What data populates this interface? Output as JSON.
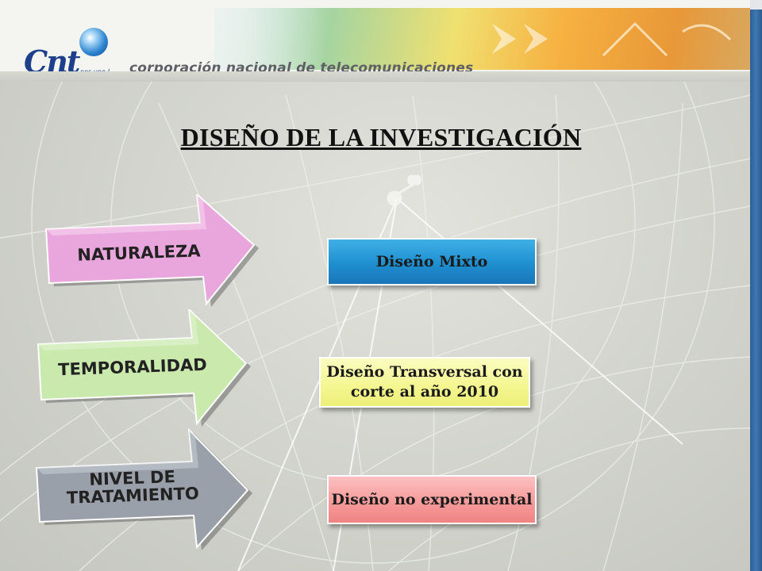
{
  "header": {
    "logo_text": "Cnt",
    "logo_tagline": "nos une !",
    "corporation": "corporación nacional de telecomunicaciones"
  },
  "title": "DISEÑO DE LA INVESTIGACIÓN",
  "rows": [
    {
      "arrow_label": "NATURALEZA",
      "arrow_color": "#e9a6dc",
      "box_text": "Diseño Mixto",
      "box_color": "#1f8fd0"
    },
    {
      "arrow_label": "TEMPORALIDAD",
      "arrow_color": "#c9e9ad",
      "box_text": "Diseño Transversal con corte al año 2010",
      "box_color": "#f4f690"
    },
    {
      "arrow_label": "NIVEL DE TRATAMIENTO",
      "arrow_color": "#9aa0aa",
      "box_text": "Diseño no experimental",
      "box_color": "#f69898"
    }
  ]
}
